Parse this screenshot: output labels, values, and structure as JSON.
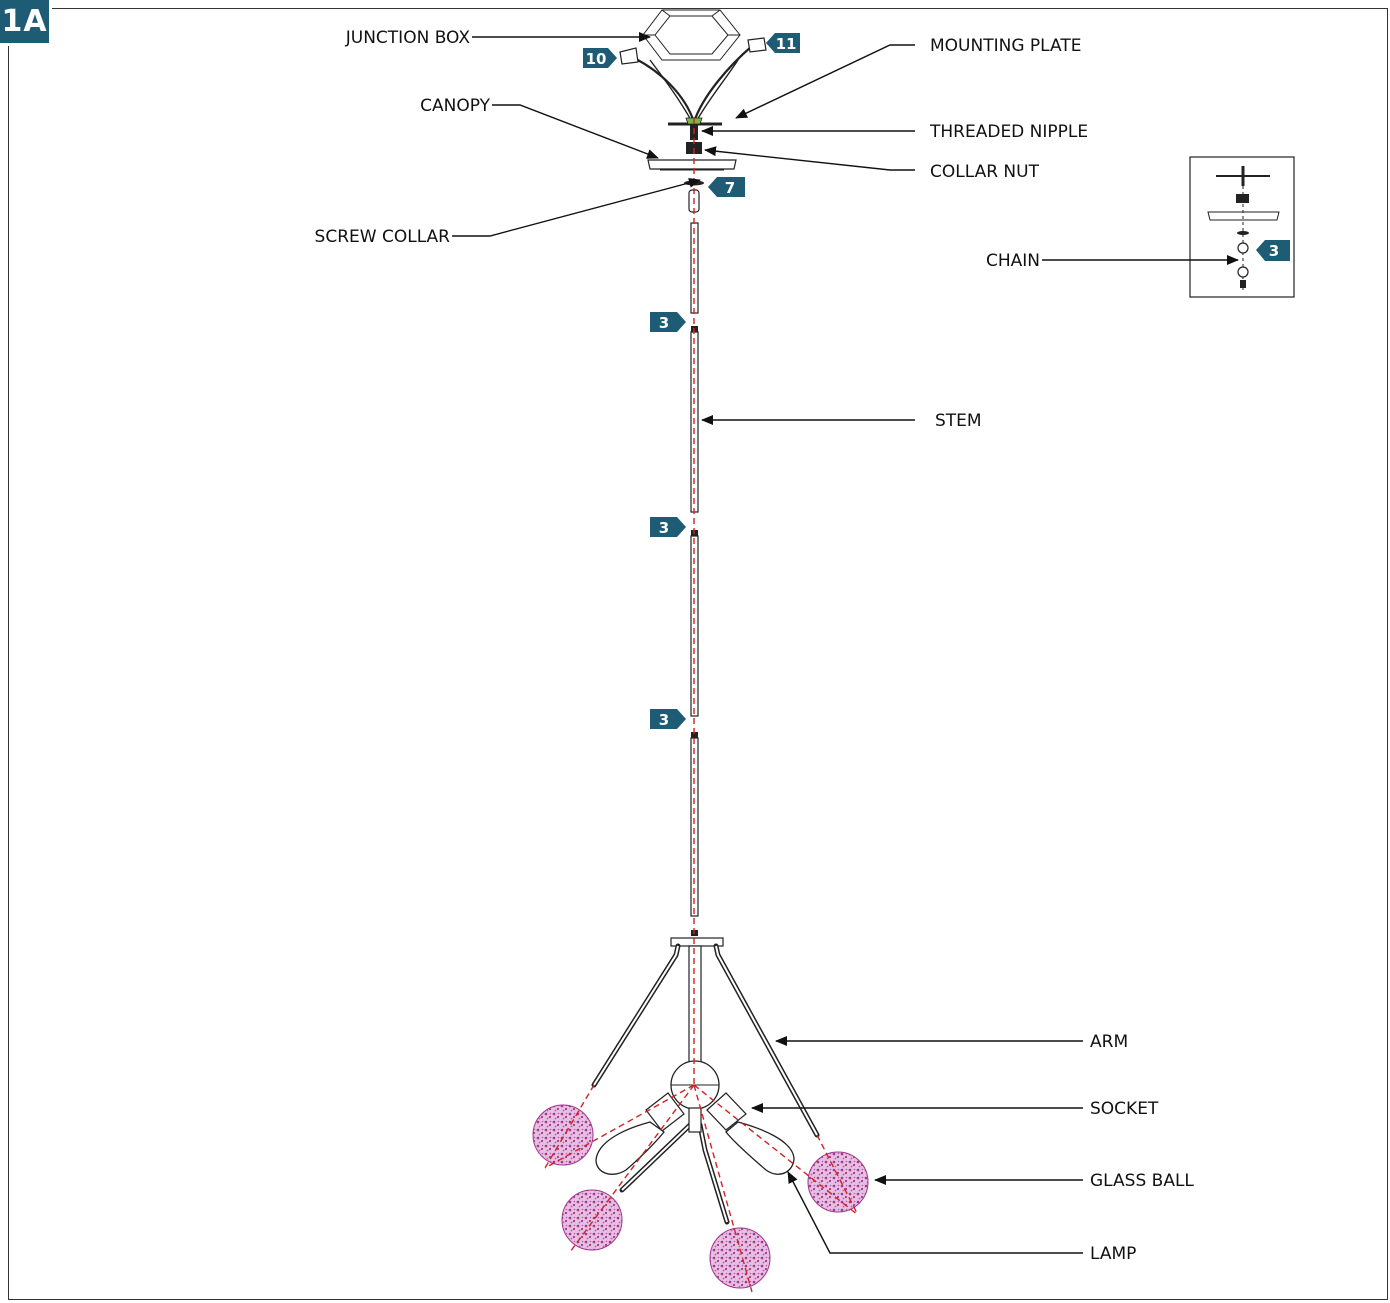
{
  "step": "1A",
  "labels": {
    "junction_box": "JUNCTION BOX",
    "mounting_plate": "MOUNTING PLATE",
    "canopy": "CANOPY",
    "threaded_nipple": "THREADED NIPPLE",
    "collar_nut": "COLLAR NUT",
    "screw_collar": "SCREW COLLAR",
    "chain": "CHAIN",
    "stem": "STEM",
    "arm": "ARM",
    "socket": "SOCKET",
    "glass_ball": "GLASS BALL",
    "lamp": "LAMP"
  },
  "tags": {
    "wire_left": "10",
    "wire_right": "11",
    "screw_collar": "7",
    "chain_inset": "3",
    "stem_joint_1": "3",
    "stem_joint_2": "3",
    "stem_joint_3": "3"
  },
  "colors": {
    "tag": "#1e5b75",
    "centerline": "#d22222",
    "glass": "#a2358f"
  }
}
